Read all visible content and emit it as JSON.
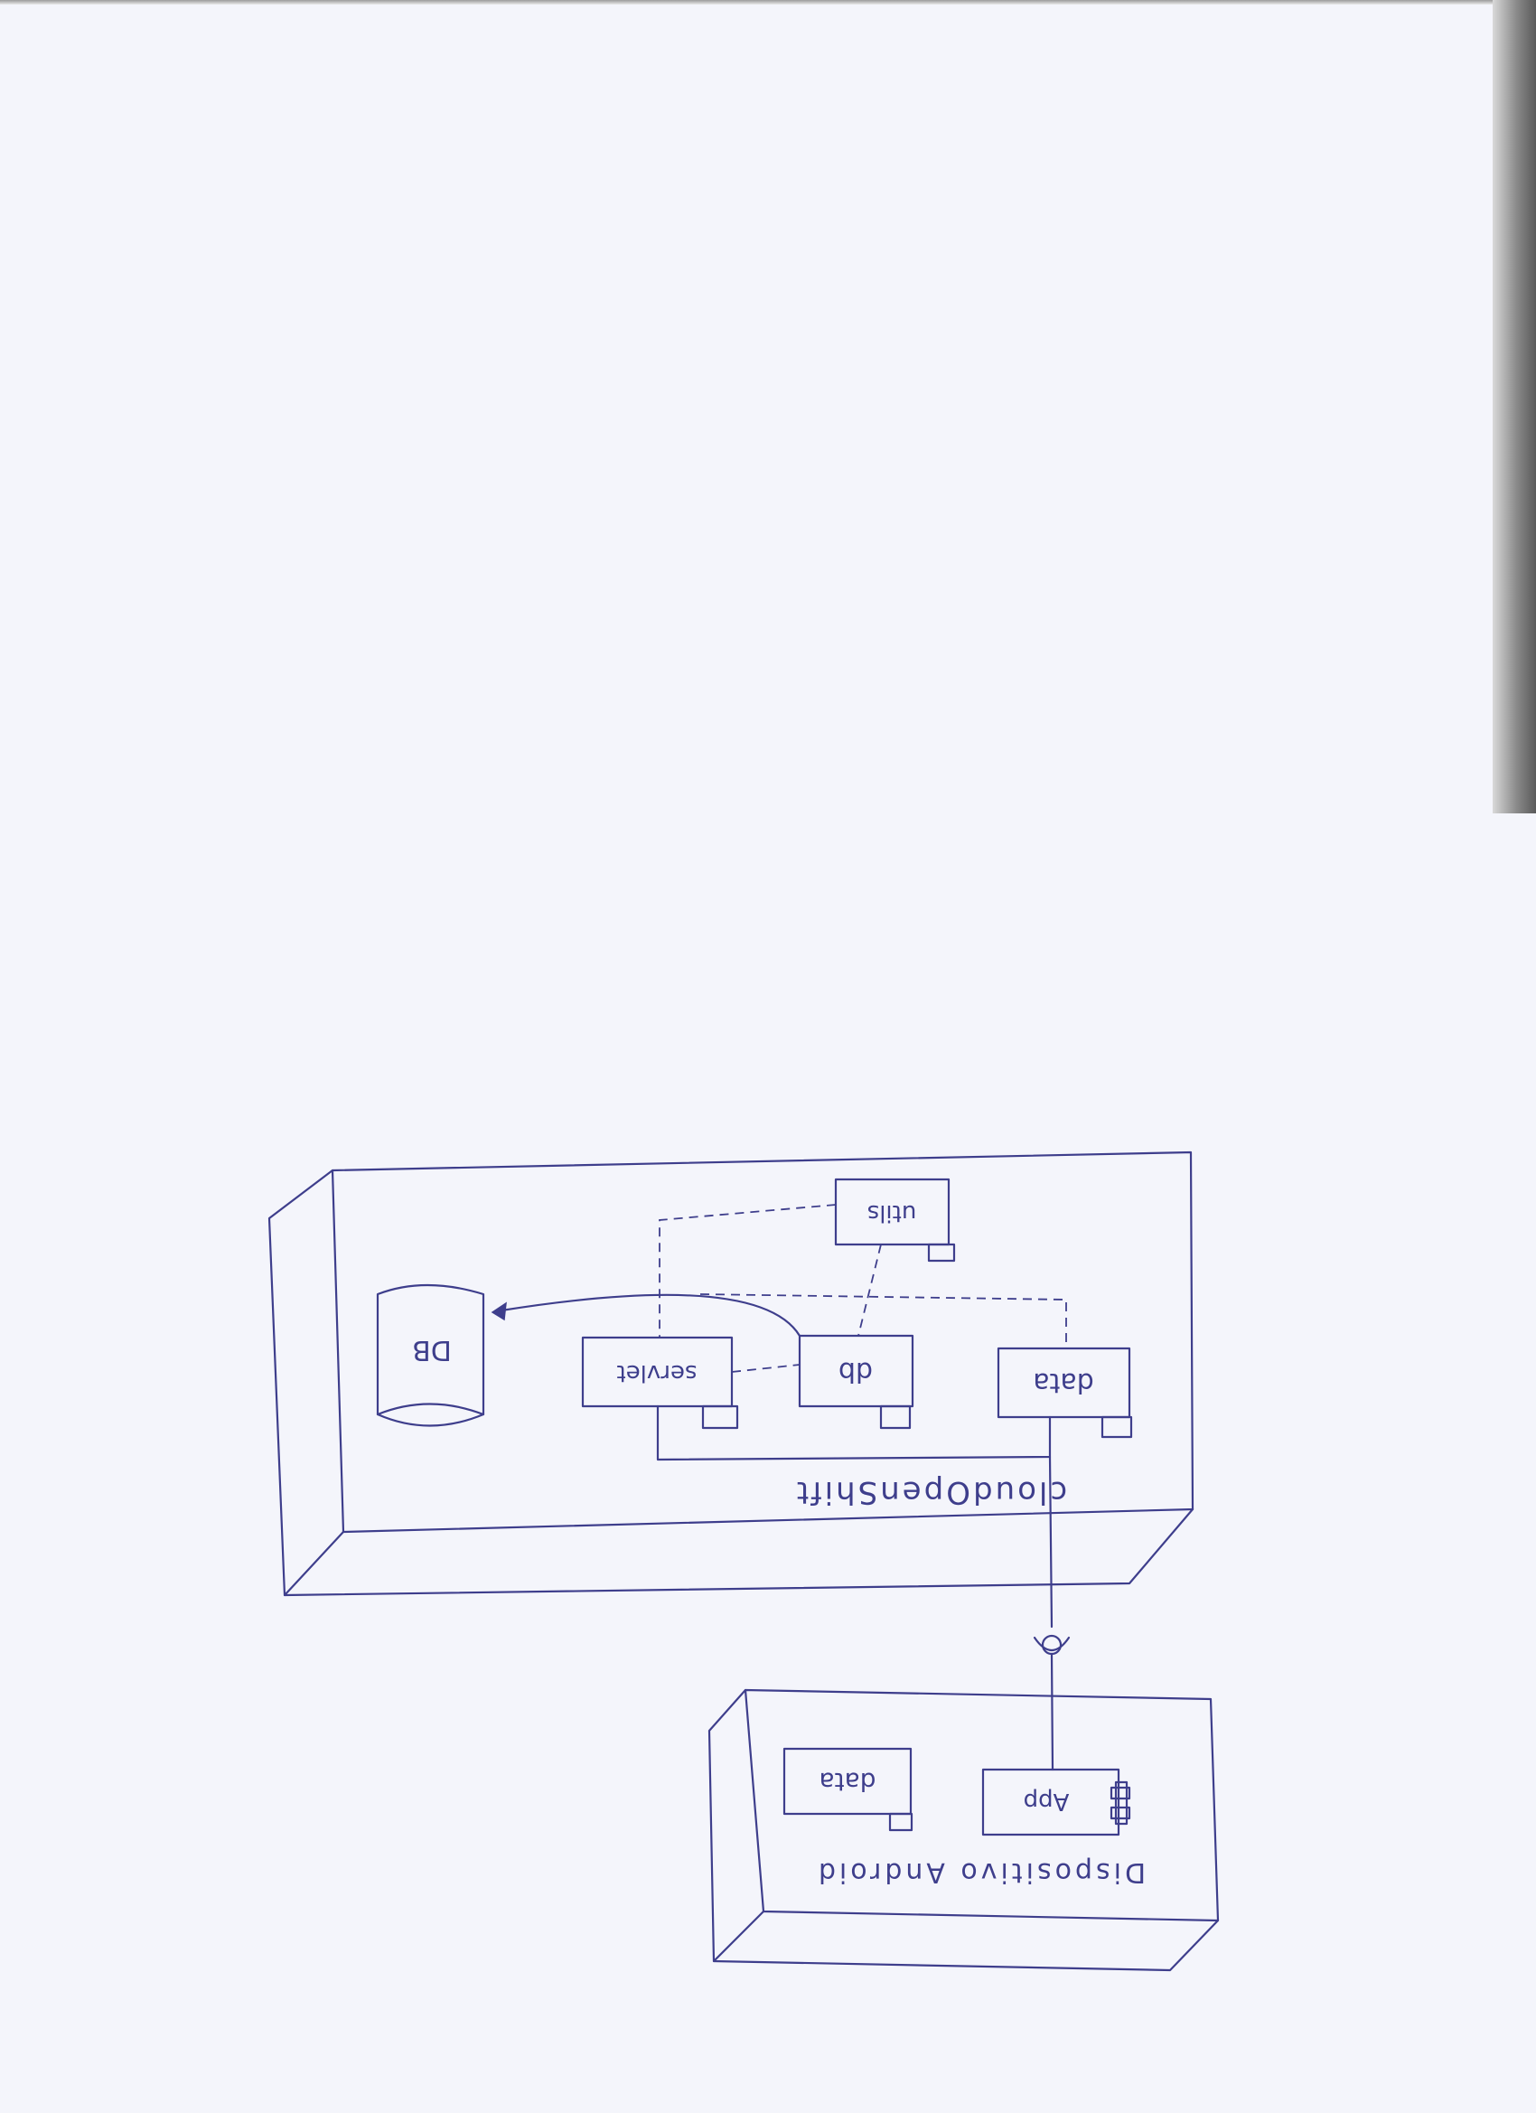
{
  "diagram": {
    "ink_color": "#3e3e8c",
    "paper_color": "#f4f5fb",
    "orientation_note_visible": false,
    "nodes": {
      "cloud": {
        "label": "cloudOpenShift",
        "components": {
          "utils": "utils",
          "db": "db",
          "servlet": "servlet",
          "data": "data"
        },
        "database": "DB"
      },
      "device": {
        "label": "Dispositivo Android",
        "components": {
          "app": "App",
          "data": "data"
        }
      }
    }
  }
}
